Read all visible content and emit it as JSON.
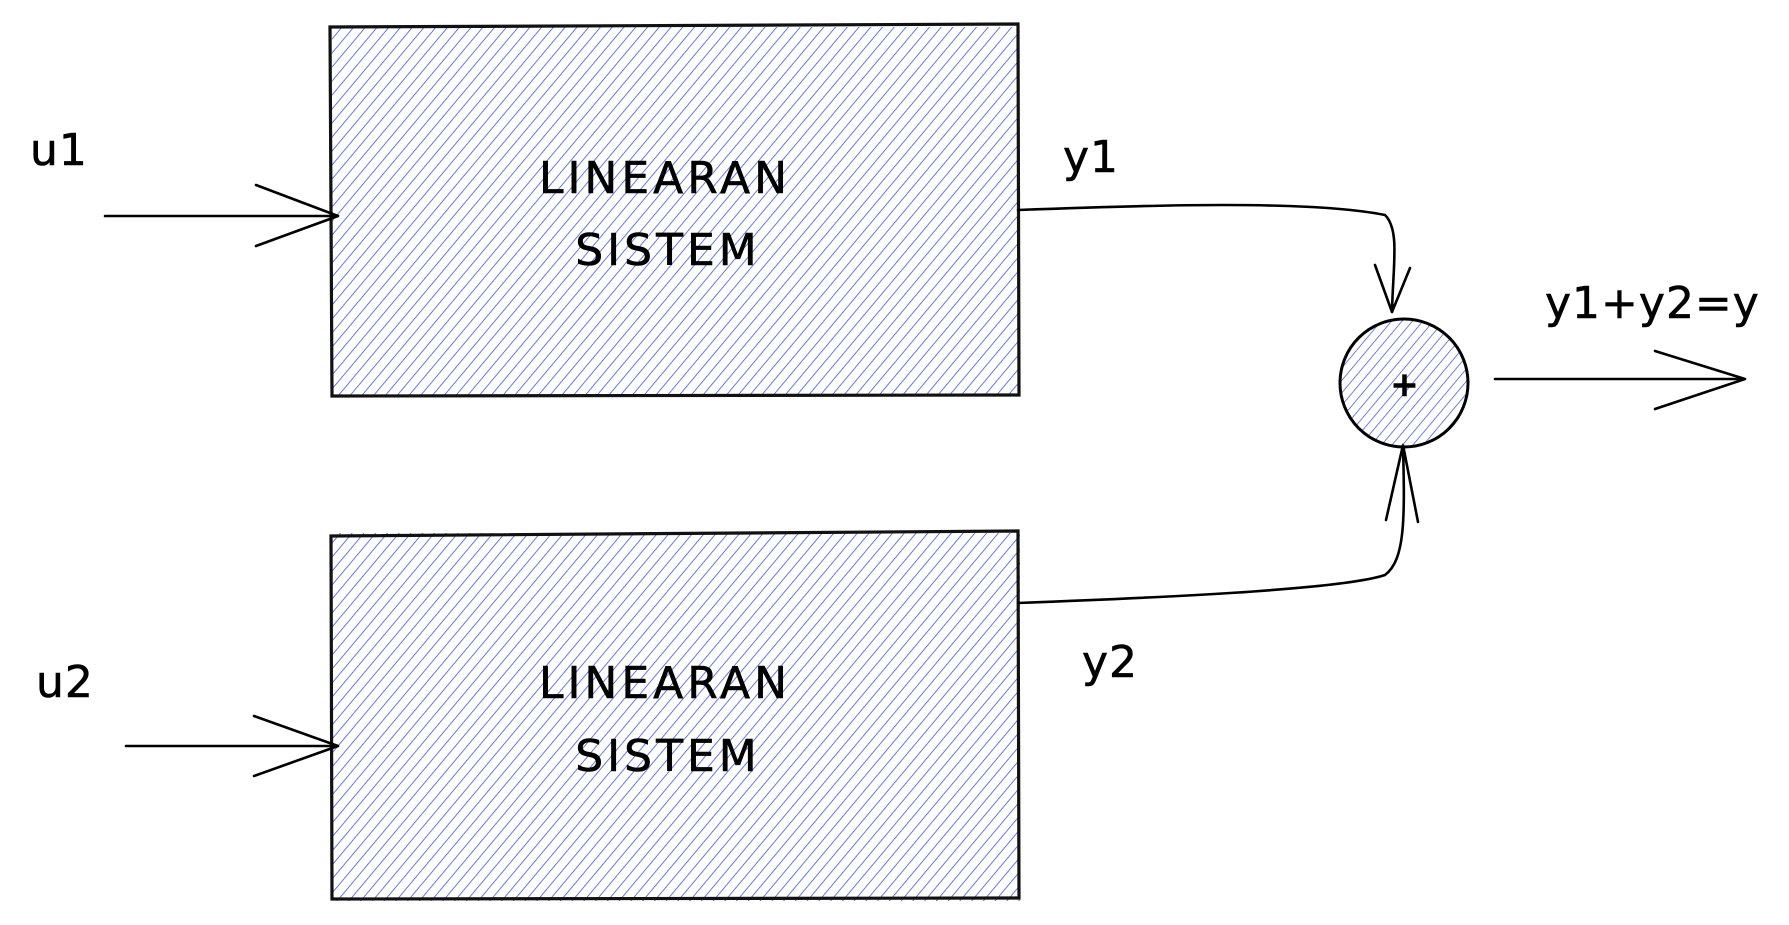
{
  "diagram": {
    "blocks": [
      {
        "line1": "LINEARAN",
        "line2": "SISTEM"
      },
      {
        "line1": "LINEARAN",
        "line2": "SISTEM"
      }
    ],
    "inputs": [
      "u1",
      "u2"
    ],
    "outputs": [
      "y1",
      "y2"
    ],
    "sum_sign": "+",
    "result": "y1+y2=y",
    "colors": {
      "hatch": "#3b5bdb",
      "stroke": "#000000",
      "background": "#ffffff"
    }
  }
}
